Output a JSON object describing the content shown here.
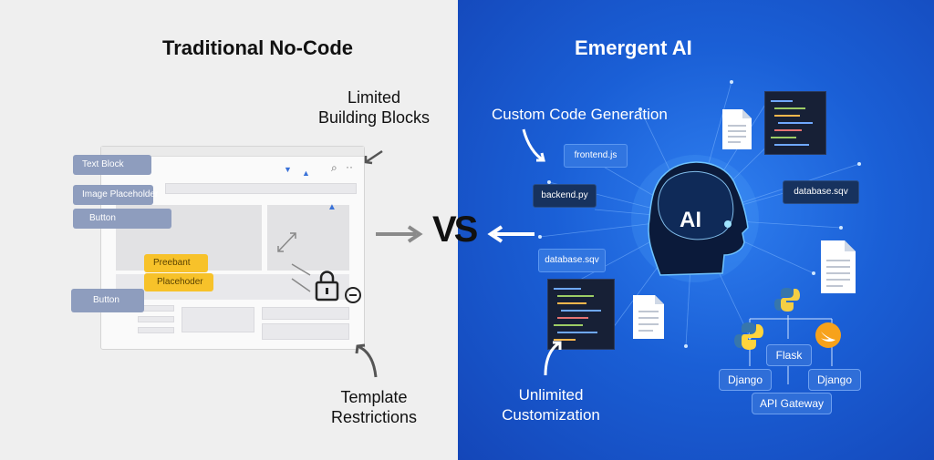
{
  "left": {
    "title": "Traditional No-Code",
    "callout_blocks": [
      "Limited",
      "Building Blocks"
    ],
    "callout_templates": [
      "Template",
      "Restrictions"
    ],
    "chips": {
      "text_block": "Text Block",
      "image_placeholder": "Image Placeholder",
      "button_1": "Button",
      "preebant": "Preebant",
      "placehoder": "Placehoder",
      "button_2": "Button"
    }
  },
  "center": {
    "vs": "VS"
  },
  "right": {
    "title": "Emergent AI",
    "callout_code": "Custom Code Generation",
    "callout_custom": [
      "Unlimited",
      "Customization"
    ],
    "ai_label": "AI",
    "files": {
      "frontend": "frontend.js",
      "backend": "backend.py",
      "database_left": "database.sqv",
      "database_right": "database.sqv"
    },
    "tree": {
      "flask": "Flask",
      "django_left": "Django",
      "django_right": "Django",
      "api_gateway": "API Gateway"
    }
  }
}
